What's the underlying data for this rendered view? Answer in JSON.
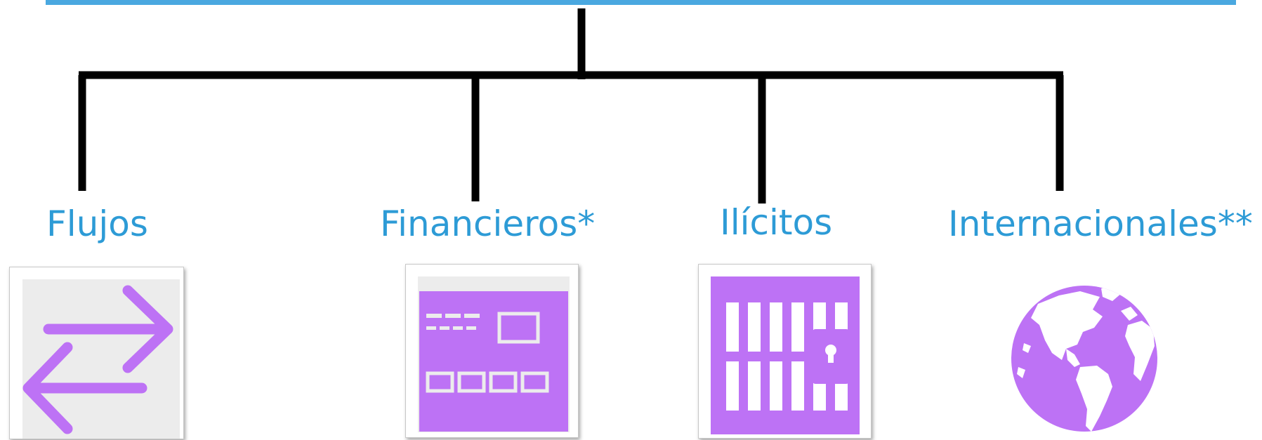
{
  "labels": {
    "flujos": "Flujos",
    "financieros": "Financieros*",
    "ilicitos": "Ilícitos",
    "internacionales": "Internacionales**"
  },
  "colors": {
    "top_bar": "#4aa8e0",
    "label_text": "#2d9bd6",
    "connector": "#000000",
    "icon_purple": "#bd72f5"
  },
  "icons": [
    "arrows-exchange-icon",
    "credit-card-icon",
    "jail-bars-icon",
    "globe-icon"
  ]
}
